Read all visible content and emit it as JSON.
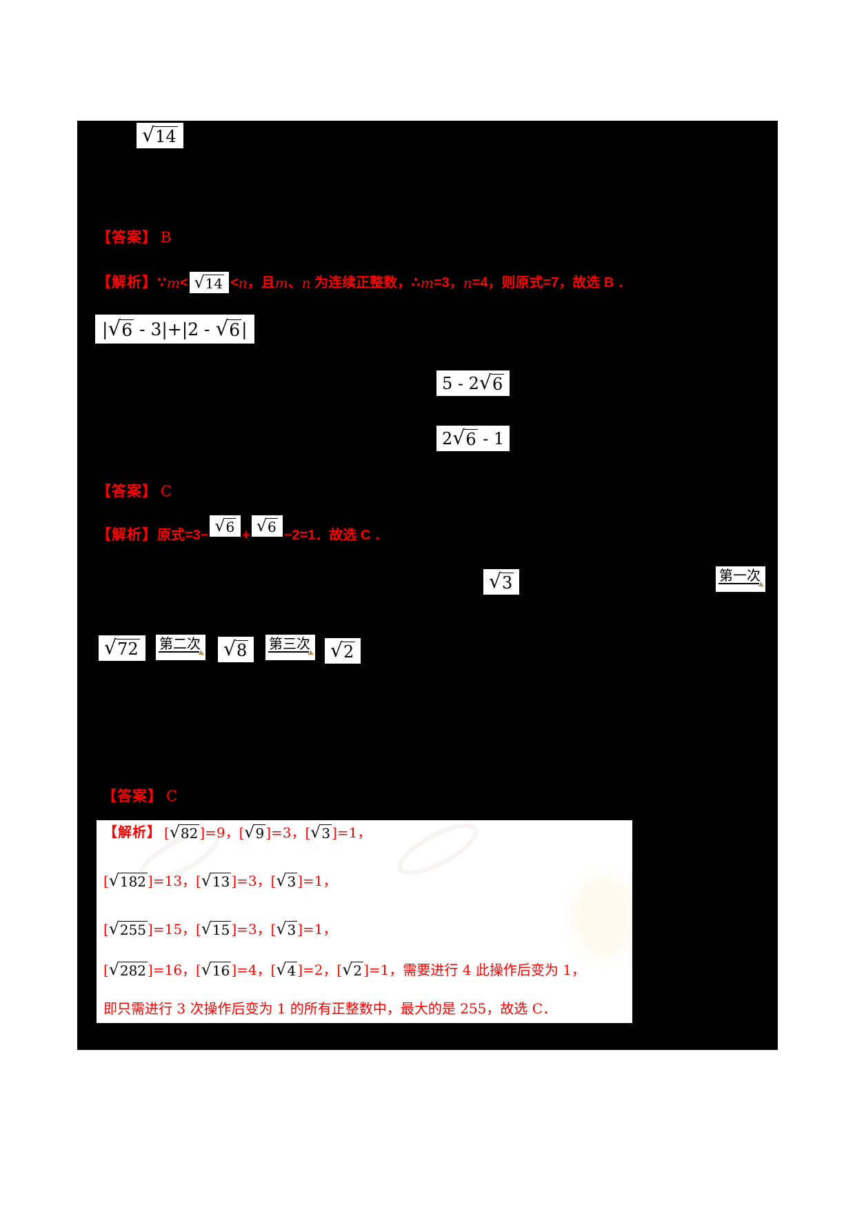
{
  "colors": {
    "accent_red": "#ff0000",
    "panel_bg": "#000000",
    "page_bg": "#ffffff",
    "math_ink": "#000000"
  },
  "icons": {
    "radical": "√",
    "arrow": "➤"
  },
  "q1": {
    "expr_sqrt14": [
      {
        "k": "q",
        "v": "14"
      }
    ],
    "answer_label": "【答案】",
    "answer": "B",
    "analysis_label": "【解析】",
    "analysis_tokens": [
      {
        "k": "t",
        "v": "∵"
      },
      {
        "k": "i",
        "v": "m"
      },
      {
        "k": "t",
        "v": "<"
      },
      {
        "k": "B",
        "v": "14"
      },
      {
        "k": "t",
        "v": "<"
      },
      {
        "k": "i",
        "v": "n"
      },
      {
        "k": "t",
        "v": "，且"
      },
      {
        "k": "i",
        "v": "m"
      },
      {
        "k": "t",
        "v": "、"
      },
      {
        "k": "i",
        "v": "n"
      },
      {
        "k": "t",
        "v": " 为连续正整数，∴"
      },
      {
        "k": "i",
        "v": "m"
      },
      {
        "k": "t",
        "v": "=3，"
      },
      {
        "k": "i",
        "v": "n"
      },
      {
        "k": "t",
        "v": "=4，则原式=7，故选 B ．"
      }
    ]
  },
  "q2": {
    "expr_abs": [
      {
        "k": "t",
        "v": "|"
      },
      {
        "k": "q",
        "v": "6"
      },
      {
        "k": "t",
        "v": " - 3|+|2 - "
      },
      {
        "k": "q",
        "v": "6"
      },
      {
        "k": "t",
        "v": "|"
      }
    ],
    "expr_5_minus_2sqrt6": [
      {
        "k": "t",
        "v": "5 - 2"
      },
      {
        "k": "q",
        "v": "6"
      }
    ],
    "expr_2sqrt6_minus_1": [
      {
        "k": "t",
        "v": "2"
      },
      {
        "k": "q",
        "v": "6"
      },
      {
        "k": "t",
        "v": " - 1"
      }
    ],
    "answer_label": "【答案】",
    "answer": "C",
    "analysis_label": "【解析】",
    "analysis_tokens": [
      {
        "k": "t",
        "v": "原式=3−"
      },
      {
        "k": "B",
        "v": "6"
      },
      {
        "k": "t",
        "v": "+"
      },
      {
        "k": "B",
        "v": "6"
      },
      {
        "k": "t",
        "v": "−2=1．故选 C ．"
      }
    ]
  },
  "q3": {
    "expr_sqrt3": [
      {
        "k": "q",
        "v": "3"
      }
    ],
    "arrow_first": "第一次",
    "expr_sqrt72": [
      {
        "k": "q",
        "v": "72"
      }
    ],
    "arrow_second": "第二次",
    "expr_sqrt8": [
      {
        "k": "q",
        "v": "8"
      }
    ],
    "arrow_third": "第三次",
    "expr_sqrt2": [
      {
        "k": "q",
        "v": "2"
      }
    ],
    "answer_label": "【答案】",
    "answer": "C",
    "solution_label": "【解析】",
    "line1": [
      {
        "k": "t",
        "v": "["
      },
      {
        "k": "q",
        "v": "82"
      },
      {
        "k": "t",
        "v": "]=9，["
      },
      {
        "k": "q",
        "v": "9"
      },
      {
        "k": "t",
        "v": "]=3，["
      },
      {
        "k": "q",
        "v": "3"
      },
      {
        "k": "t",
        "v": "]=1，"
      }
    ],
    "line2": [
      {
        "k": "t",
        "v": "["
      },
      {
        "k": "q",
        "v": "182"
      },
      {
        "k": "t",
        "v": "]=13，["
      },
      {
        "k": "q",
        "v": "13"
      },
      {
        "k": "t",
        "v": "]=3，["
      },
      {
        "k": "q",
        "v": "3"
      },
      {
        "k": "t",
        "v": "]=1，"
      }
    ],
    "line3": [
      {
        "k": "t",
        "v": "["
      },
      {
        "k": "q",
        "v": "255"
      },
      {
        "k": "t",
        "v": "]=15，["
      },
      {
        "k": "q",
        "v": "15"
      },
      {
        "k": "t",
        "v": "]=3，["
      },
      {
        "k": "q",
        "v": "3"
      },
      {
        "k": "t",
        "v": "]=1，"
      }
    ],
    "line4": [
      {
        "k": "t",
        "v": "["
      },
      {
        "k": "q",
        "v": "282"
      },
      {
        "k": "t",
        "v": "]=16，["
      },
      {
        "k": "q",
        "v": "16"
      },
      {
        "k": "t",
        "v": "]=4，["
      },
      {
        "k": "q",
        "v": "4"
      },
      {
        "k": "t",
        "v": "]=2，["
      },
      {
        "k": "q",
        "v": "2"
      },
      {
        "k": "t",
        "v": "]=1，需要进行 4 此操作后变为 1，"
      }
    ],
    "line5": [
      {
        "k": "t",
        "v": "即只需进行 3 次操作后变为 1 的所有正整数中，最大的是 255，故选 C．"
      }
    ]
  }
}
